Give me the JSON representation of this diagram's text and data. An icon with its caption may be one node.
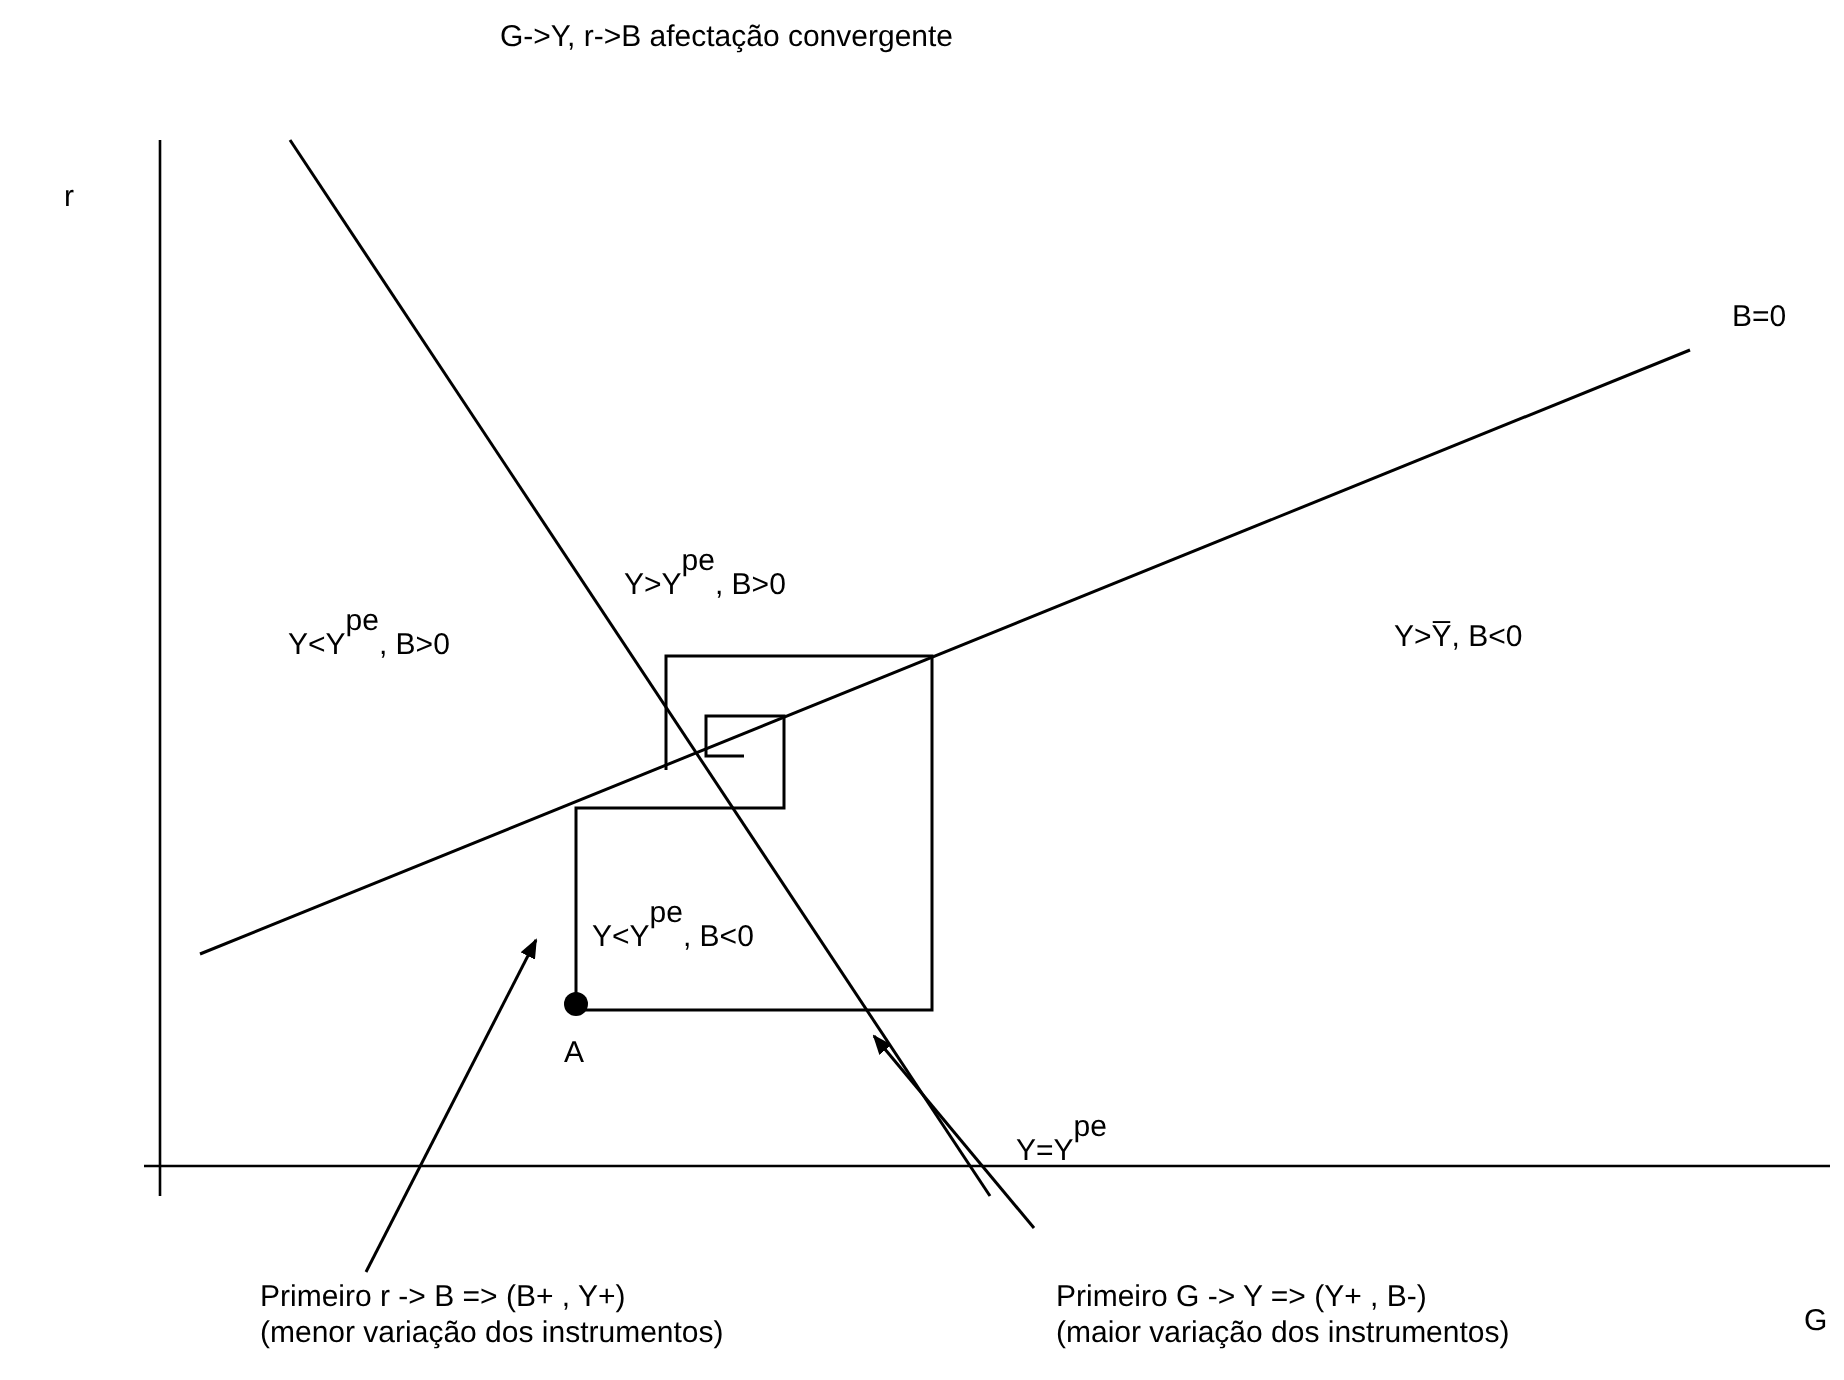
{
  "diagram": {
    "title": "G->Y, r->B afectação convergente",
    "nodes": [
      {
        "text": [
          "Primeiro r -> B => (B+ , Y+)",
          "(menor variação dos instrumentos)"
        ]
      },
      {
        "text": [
          "Primeiro G -> Y => (Y+ , B-)",
          "(maior variação dos instrumentos)"
        ]
      }
    ],
    "edges": [
      {
        "from": 0,
        "to": null,
        "arrow": "to"
      },
      {
        "from": 1,
        "to": null,
        "arrow": "to"
      }
    ],
    "labels": [
      "r",
      "B=0",
      "Y>Y$^{pe}$, B>0",
      "Y<Y$^{pe}$, B>0",
      "Y>Y̅, B<0",
      "Y<Y$^{pe}$, B<0",
      "A",
      "Y=Y$^{pe}$",
      "G"
    ]
  }
}
